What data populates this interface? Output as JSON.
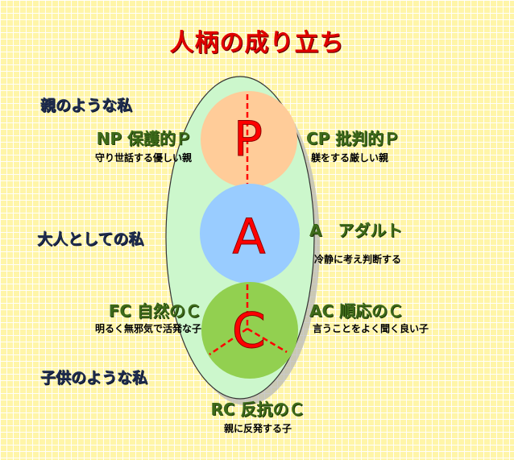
{
  "title": "人柄の成り立ち",
  "colors": {
    "background": "#fff5a8",
    "ellipse_fill": "#ccf7cc",
    "p_circle": "#ffcc99",
    "a_circle": "#99ccff",
    "c_circle": "#92d050",
    "letter_red": "#ff0000",
    "ego_title_green": "#3d6a1a",
    "side_label_navy": "#1f2d4f"
  },
  "side_labels": {
    "parent": "親のような私",
    "adult": "大人としての私",
    "child": "子供のような私"
  },
  "circles": {
    "p": {
      "letter": "P"
    },
    "a": {
      "letter": "A"
    },
    "c": {
      "letter": "C"
    }
  },
  "ego_states": {
    "np": {
      "title": "NP 保護的Ｐ",
      "desc": "守り世話する優しい親"
    },
    "cp": {
      "title": "CP 批判的Ｐ",
      "desc": "躾をする厳しい親"
    },
    "a": {
      "title": "A　アダルト",
      "desc": "冷静に考え判断する"
    },
    "fc": {
      "title": "FC 自然のＣ",
      "desc": "明るく無邪気で活発な子"
    },
    "ac": {
      "title": "AC 順応のＣ",
      "desc": "言うことをよく聞く良い子"
    },
    "rc": {
      "title": "RC 反抗のＣ",
      "desc": "親に反発する子"
    }
  }
}
